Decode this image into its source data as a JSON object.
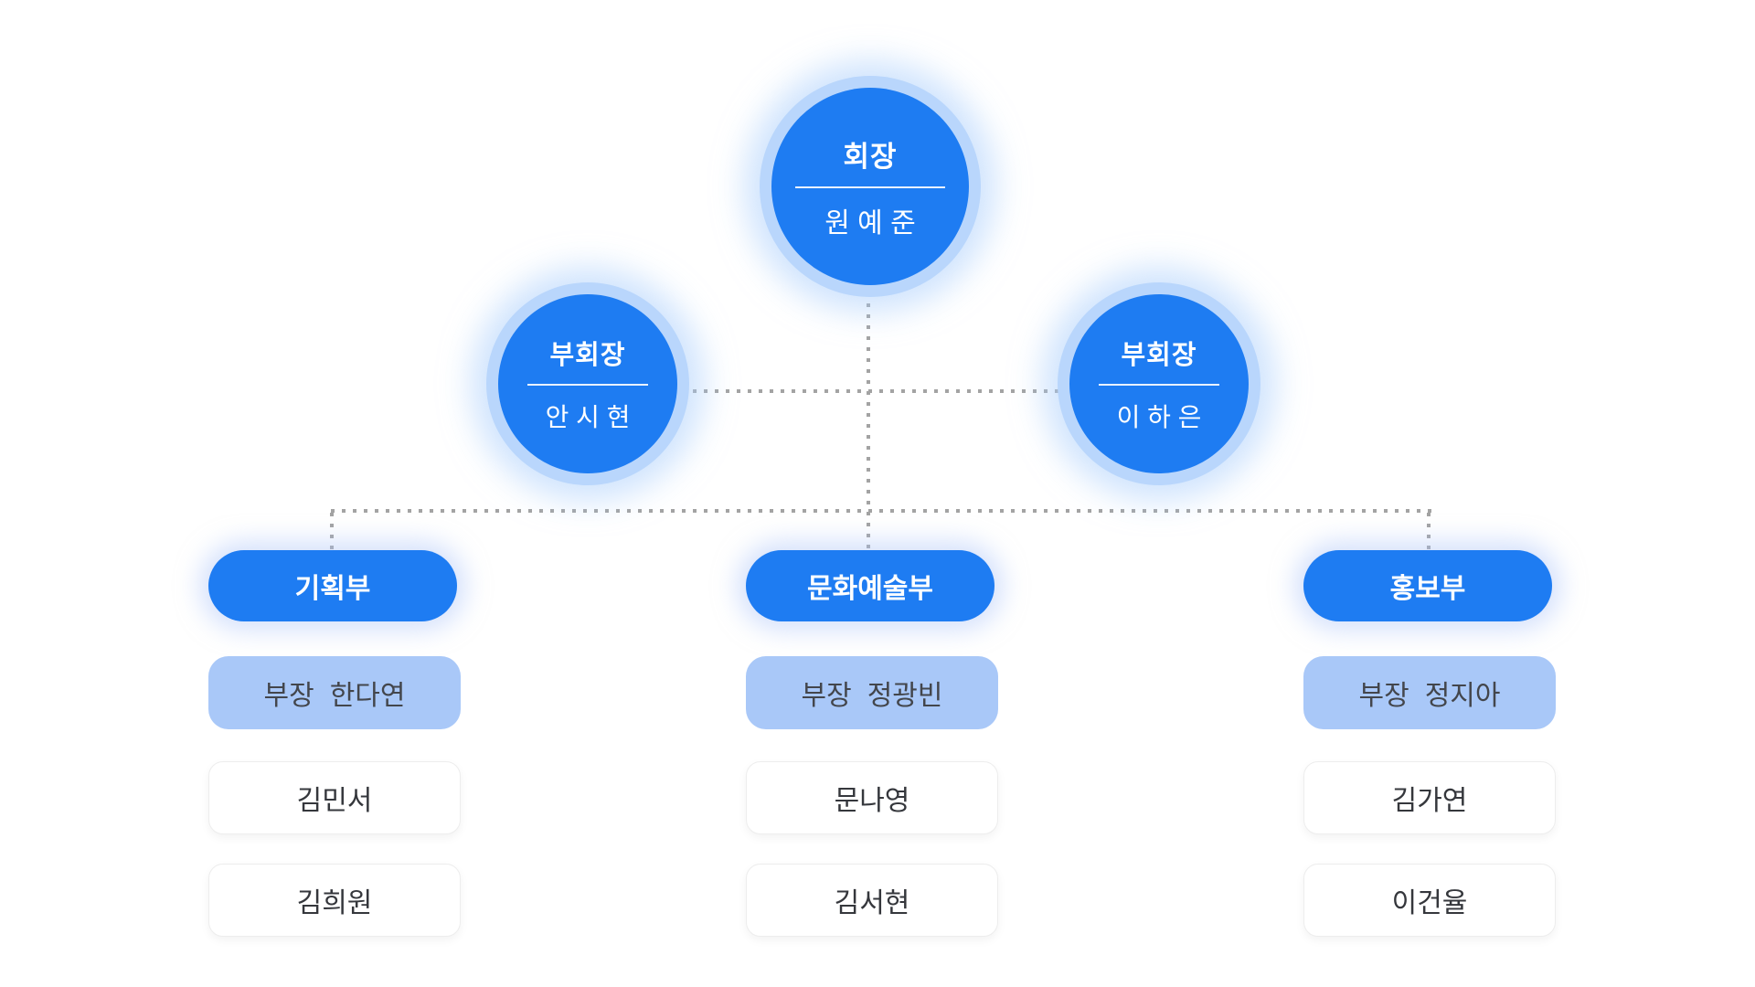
{
  "org_chart": {
    "president": {
      "title": "회장",
      "name": "원 예 준"
    },
    "vice_presidents": [
      {
        "title": "부회장",
        "name": "안 시 현"
      },
      {
        "title": "부회장",
        "name": "이 하 은"
      }
    ],
    "departments": [
      {
        "name": "기획부",
        "leader_role": "부장",
        "leader_name": "한다연",
        "members": [
          "김민서",
          "김희원"
        ]
      },
      {
        "name": "문화예술부",
        "leader_role": "부장",
        "leader_name": "정광빈",
        "members": [
          "문나영",
          "김서현"
        ]
      },
      {
        "name": "홍보부",
        "leader_role": "부장",
        "leader_name": "정지아",
        "members": [
          "김가연",
          "이건율"
        ]
      }
    ],
    "colors": {
      "primary_blue": "#1e7cf2",
      "halo_blue": "#b9d6fc",
      "light_blue": "#a9c8f8",
      "dotted_line_gray": "#a3a3a3",
      "dark_text": "#35373c",
      "background": "#ffffff"
    }
  }
}
